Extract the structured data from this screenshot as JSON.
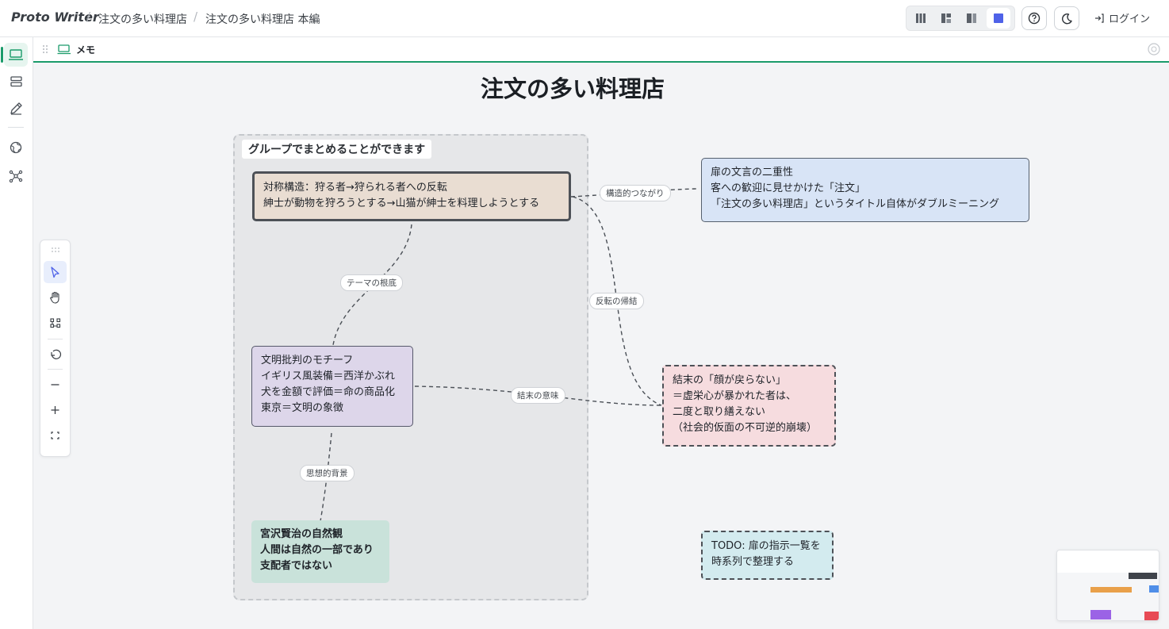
{
  "app": {
    "brand": "Proto Writer",
    "breadcrumb": [
      "注文の多い料理店",
      "注文の多い料理店 本編"
    ],
    "login_label": "ログイン"
  },
  "panel": {
    "title": "メモ"
  },
  "canvas": {
    "title": "注文の多い料理店",
    "group_label": "グループでまとめることができます",
    "nodes": {
      "symmetry": [
        "対称構造：狩る者→狩られる者への反転",
        "紳士が動物を狩ろうとする→山猫が紳士を料理しようとする"
      ],
      "door": [
        "扉の文言の二重性",
        "客への歓迎に見せかけた「注文」",
        "「注文の多い料理店」というタイトル自体がダブルミーニング"
      ],
      "civ": [
        "文明批判のモチーフ",
        "イギリス風装備＝西洋かぶれ",
        "犬を金額で評価＝命の商品化",
        "東京＝文明の象徴"
      ],
      "ending": [
        "結末の「顔が戻らない」",
        "＝虚栄心が暴かれた者は、",
        "二度と取り繕えない",
        "（社会的仮面の不可逆的崩壊）"
      ],
      "nature": [
        "宮沢賢治の自然観",
        "人間は自然の一部であり",
        "支配者ではない"
      ],
      "todo": [
        "TODO: 扉の指示一覧を",
        "時系列で整理する"
      ]
    },
    "edges": {
      "structural": "構造的つながり",
      "theme": "テーマの根底",
      "reversal": "反転の帰結",
      "ending_meaning": "結末の意味",
      "ideology": "思想的背景"
    }
  },
  "colors": {
    "accent": "#1a9b6a",
    "symmetry_fill": "#e9ddd2",
    "door_fill": "#d8e4f6",
    "civ_fill": "#ddd6ea",
    "ending_fill": "#f6dcdf",
    "nature_fill": "#c9e2da",
    "todo_fill": "#d3ebef"
  }
}
